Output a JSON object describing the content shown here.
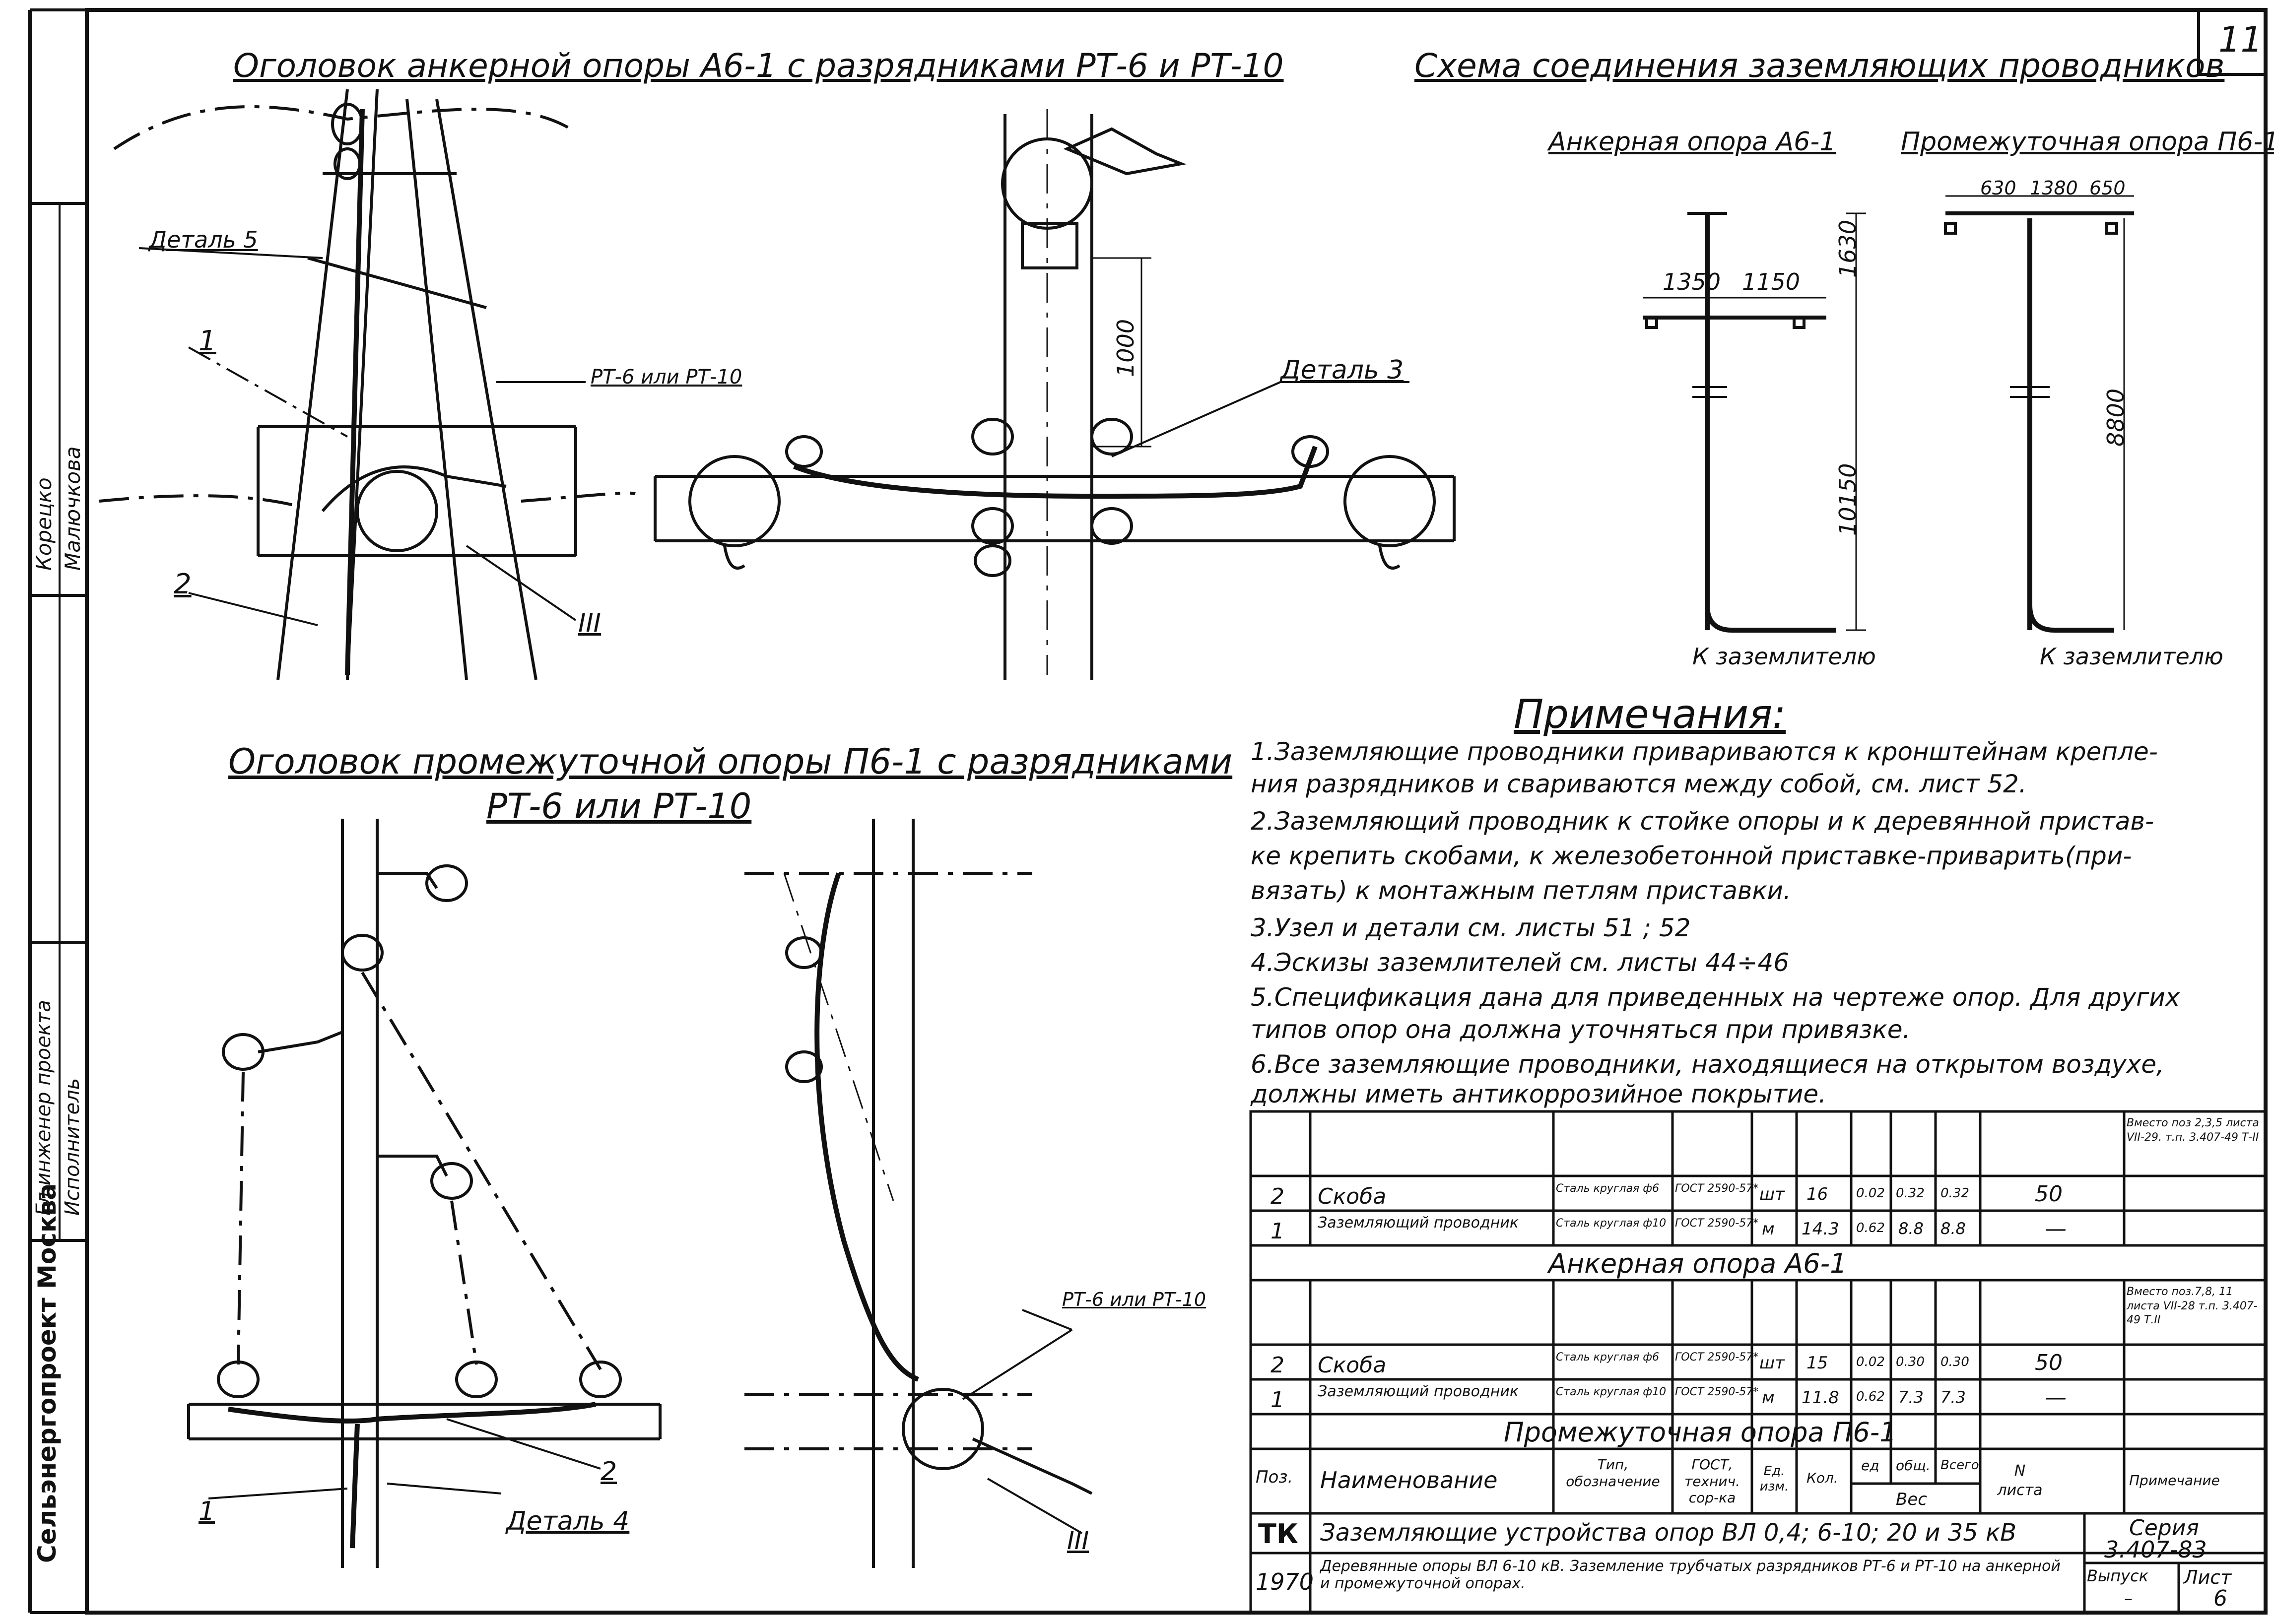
{
  "sheet_number": "11",
  "titles": {
    "anchor_head": "Оголовок анкерной опоры А6-1 с разрядниками РТ-6 и РТ-10",
    "scheme": "Схема соединения заземляющих проводников",
    "intermediate_head_l1": "Оголовок промежуточной опоры П6-1 с разрядниками",
    "intermediate_head_l2": "РТ-6 или РТ-10"
  },
  "scheme": {
    "anchor_label": "Анкерная опора А6-1",
    "intermediate_label": "Промежуточная опора П6-1",
    "dims_anchor": [
      "1350",
      "1150",
      "1630",
      "10150"
    ],
    "dims_intermediate": [
      "630",
      "1380",
      "650",
      "8800"
    ],
    "to_ground_left": "К заземлителю",
    "to_ground_right": "К заземлителю"
  },
  "callouts": {
    "detail5": "Деталь 5",
    "detail3": "Деталь 3",
    "detail4": "Деталь 4",
    "rt_top": "РТ-6 или РТ-10",
    "rt_bottom": "РТ-6 или РТ-10",
    "n1_top": "1",
    "n2_top": "2",
    "n3_top": "III",
    "dim1000": "1000",
    "n1_bot": "1",
    "n2_bot": "2",
    "n3_bot": "III"
  },
  "notes": {
    "heading": "Примечания:",
    "lines": [
      "1.Заземляющие проводники привариваются к кронштейнам крепле-",
      "ния разрядников и свариваются между собой, см. лист 52.",
      "2.Заземляющий проводник к стойке опоры и к деревянной пристав-",
      "ке крепить скобами, к железобетонной приставке-приварить(при-",
      "вязать) к монтажным петлям приставки.",
      "3.Узел и детали см. листы 51 ; 52",
      "4.Эскизы заземлителей см. листы 44÷46",
      "5.Спецификация дана для приведенных на чертеже опор. Для других",
      "типов опор она должна уточняться при привязке.",
      "6.Все заземляющие проводники, находящиеся на открытом воздухе,",
      "должны иметь антикоррозийное покрытие."
    ]
  },
  "table": {
    "anchor_rows": [
      [
        "2",
        "Скоба",
        "Сталь круглая ф6",
        "ГОСТ 2590-57*",
        "шт",
        "16",
        "0.02",
        "0.32",
        "0.32",
        "50",
        "Вместо поз 2,3,5 листа VII-29. т.п. 3.407-49 Т-II"
      ],
      [
        "1",
        "Заземляющий проводник",
        "Сталь круглая ф10",
        "ГОСТ 2590-57*",
        "м",
        "14.3",
        "0.62",
        "8.8",
        "8.8",
        "—",
        ""
      ]
    ],
    "anchor_caption": "Анкерная опора А6-1",
    "intermediate_rows": [
      [
        "2",
        "Скоба",
        "Сталь круглая ф6",
        "ГОСТ 2590-57*",
        "шт",
        "15",
        "0.02",
        "0.30",
        "0.30",
        "50",
        "Вместо поз.7,8, 11 листа VII-28 т.п. 3.407-49 Т.II"
      ],
      [
        "1",
        "Заземляющий проводник",
        "Сталь круглая ф10",
        "ГОСТ 2590-57*",
        "м",
        "11.8",
        "0.62",
        "7.3",
        "7.3",
        "—",
        ""
      ]
    ],
    "intermediate_caption": "Промежуточная опора П6-1",
    "header": {
      "pos": "Поз.",
      "name": "Наименование",
      "type": "Тип, обозначение",
      "gost": "ГОСТ, технич. сор-ка",
      "unit": "Ед. изм.",
      "qty": "Кол.",
      "unit_w": "ед",
      "total_w": "общ.",
      "all_w": "Всего",
      "weight": "Вес",
      "sheet": "N листа",
      "remark": "Примечание"
    }
  },
  "stamp": {
    "org": "ТК",
    "year": "1970",
    "title": "Заземляющие устройства опор ВЛ 0,4; 6-10; 20 и 35 кВ",
    "subtitle": "Деревянные опоры ВЛ 6-10 кВ. Заземление трубчатых разрядников РТ-6 и РТ-10 на анкерной и промежуточной опорах.",
    "series_label": "Серия",
    "series": "3.407-83",
    "issue_label": "Выпуск",
    "issue": "–",
    "sheet_label": "Лист",
    "sheet": "6"
  },
  "side": {
    "org": "Сельэнергопроект Москва",
    "role1": "Гл.инженер проекта",
    "role2": "Исполнитель",
    "name1": "Корецко",
    "name2": "Малючкова"
  }
}
